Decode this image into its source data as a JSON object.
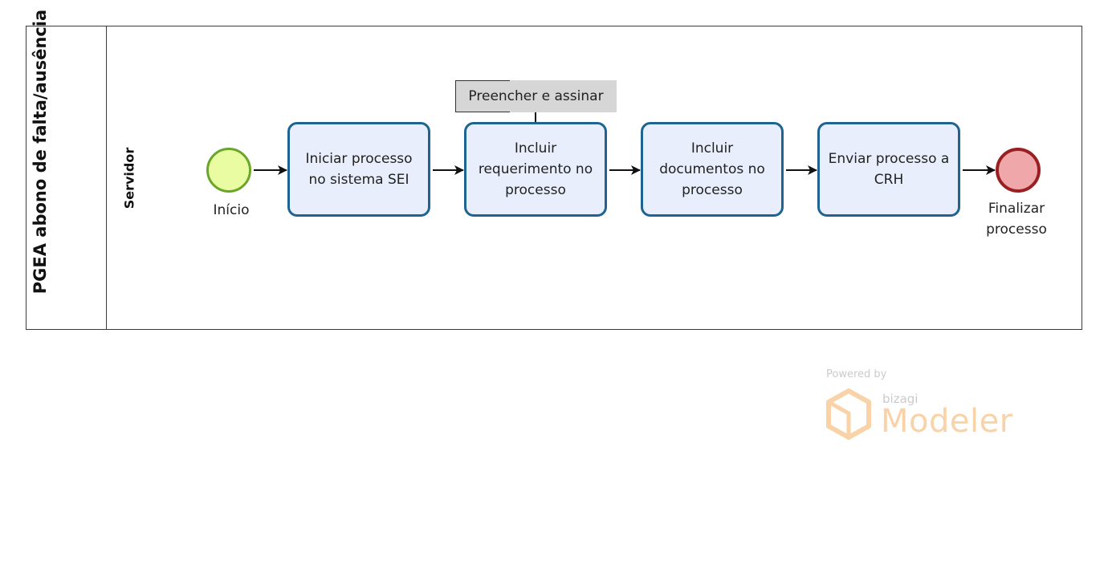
{
  "pool": {
    "title": "PGEA abono de falta/ausência"
  },
  "lane": {
    "title": "Servidor"
  },
  "start_event": {
    "label": "Início"
  },
  "tasks": [
    {
      "label": "Iniciar processo no sistema SEI"
    },
    {
      "label": "Incluir requerimento no processo"
    },
    {
      "label": "Incluir documentos no processo"
    },
    {
      "label": "Enviar processo a CRH"
    }
  ],
  "end_event": {
    "label": "Finalizar processo"
  },
  "annotation": {
    "text": "Preencher e assinar"
  },
  "watermark": {
    "powered": "Powered by",
    "brand": "bizagi",
    "product": "Modeler"
  },
  "colors": {
    "task_border": "#1f6391",
    "task_fill": "#e8eefb",
    "start_fill": "#e9fca1",
    "start_border": "#6aa62a",
    "end_fill": "#efa7a9",
    "end_border": "#9a1f22",
    "annotation_fill": "#d6d6d6",
    "watermark": "#f08a1c"
  }
}
